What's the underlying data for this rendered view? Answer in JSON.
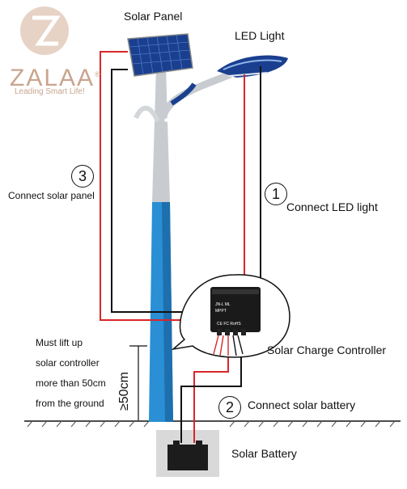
{
  "logo": {
    "brand": "ZALAA",
    "registered": "®",
    "tagline": "Leading Smart Life!"
  },
  "labels": {
    "solar_panel": "Solar Panel",
    "led_light": "LED Light",
    "connect_solar_panel": "Connect solar panel",
    "connect_led_light": "Connect LED light",
    "solar_charge_controller": "Solar Charge Controller",
    "connect_solar_battery": "Connect solar battery",
    "solar_battery": "Solar Battery",
    "height": "≥50cm"
  },
  "steps": {
    "one": "1",
    "two": "2",
    "three": "3"
  },
  "note": {
    "line1": "Must lift up",
    "line2": "solar controller",
    "line3": "more than 50cm",
    "line4": "from the ground"
  },
  "controller": {
    "model": "JN-L ML",
    "mppt": "MPPT",
    "certs": "CE FC RoHS"
  },
  "colors": {
    "wire_red": "#d8262a",
    "wire_black": "#111111",
    "pole_blue": "#2a8fd4",
    "pole_grey": "#c8ccd0",
    "panel_blue": "#1a3f8e",
    "logo": "#c9a48e"
  }
}
